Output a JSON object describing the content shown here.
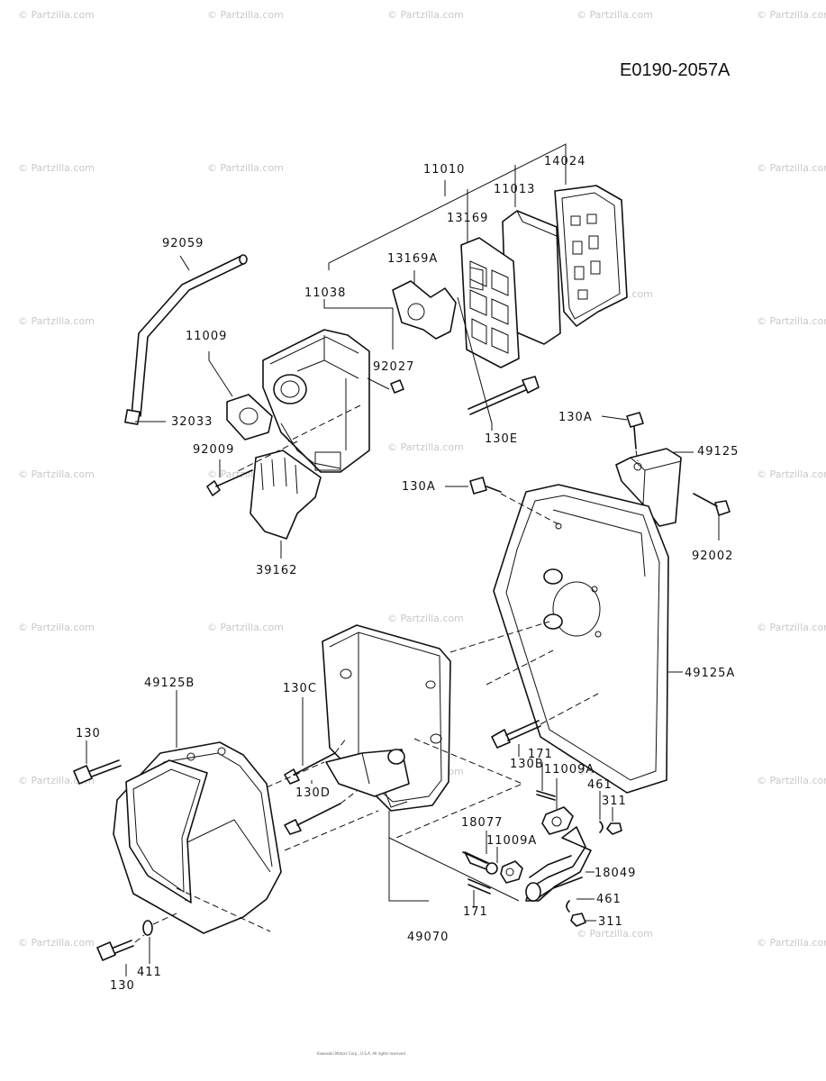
{
  "diagram_code": "E0190-2057A",
  "watermark": "© Partzilla.com",
  "copyright": "Kawasaki Motors Corp., U.S.A. All rights reserved.",
  "labels": {
    "p11010": "11010",
    "p14024": "14024",
    "p11013": "11013",
    "p13169": "13169",
    "p13169A": "13169A",
    "p92059": "92059",
    "p11038": "11038",
    "p11009": "11009",
    "p92027": "92027",
    "p32033": "32033",
    "p92009": "92009",
    "p130E": "130E",
    "p130A_top": "130A",
    "p49125": "49125",
    "p130A_mid": "130A",
    "p92002": "92002",
    "p39162": "39162",
    "p49125A": "49125A",
    "p49125B": "49125B",
    "p130C": "130C",
    "p130B": "130B",
    "p130_left": "130",
    "p130D": "130D",
    "p171_top": "171",
    "p11009A_top": "11009A",
    "p461_top": "461",
    "p311_top": "311",
    "p18077": "18077",
    "p11009A_mid": "11009A",
    "p18049": "18049",
    "p461_bot": "461",
    "p311_bot": "311",
    "p171_bot": "171",
    "p49070": "49070",
    "p130_bot": "130",
    "p411": "411"
  }
}
